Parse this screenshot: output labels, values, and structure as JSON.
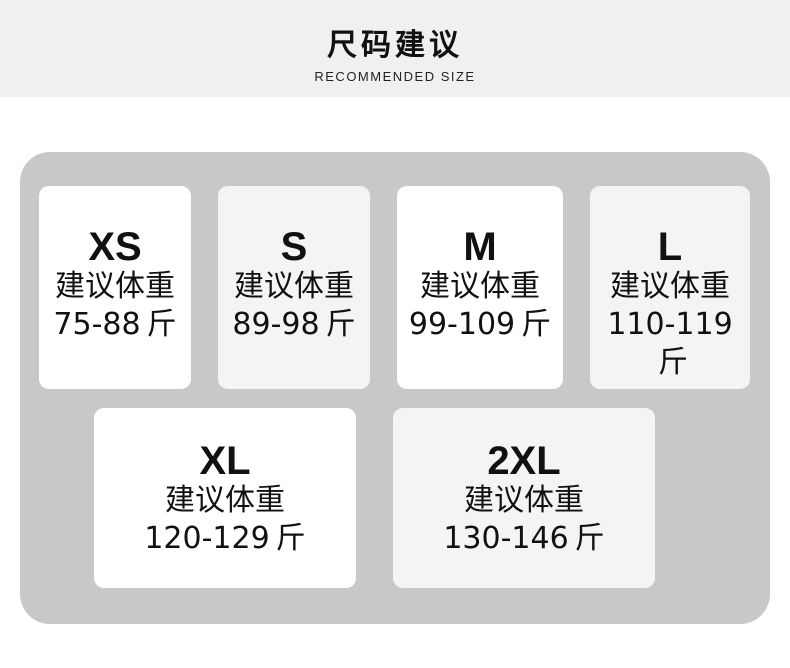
{
  "header": {
    "title": "尺码建议",
    "subtitle": "RECOMMENDED SIZE"
  },
  "sizes": [
    {
      "size": "XS",
      "label": "建议体重",
      "range": "75-88",
      "unit": "斤"
    },
    {
      "size": "S",
      "label": "建议体重",
      "range": "89-98",
      "unit": "斤"
    },
    {
      "size": "M",
      "label": "建议体重",
      "range": "99-109",
      "unit": "斤"
    },
    {
      "size": "L",
      "label": "建议体重",
      "range": "110-119",
      "unit": "斤"
    },
    {
      "size": "XL",
      "label": "建议体重",
      "range": "120-129",
      "unit": "斤"
    },
    {
      "size": "2XL",
      "label": "建议体重",
      "range": "130-146",
      "unit": "斤"
    }
  ],
  "colors": {
    "header_background": "#f0f0f0",
    "panel_background": "#c8c8c8",
    "card_white": "#ffffff",
    "card_light": "#f4f4f4",
    "text": "#111111"
  }
}
